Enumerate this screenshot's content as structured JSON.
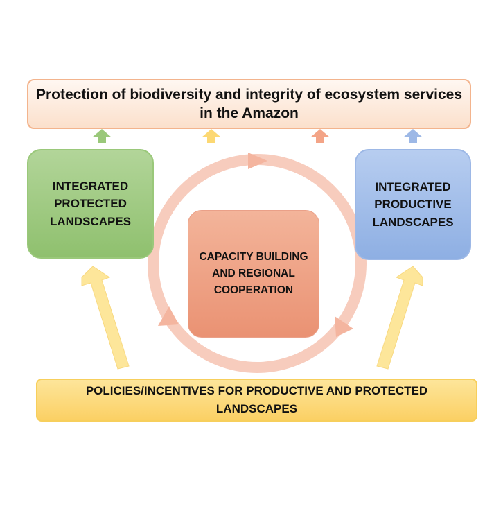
{
  "diagram": {
    "top_banner": {
      "line1": "Protection of biodiversity and integrity of ecosystem services",
      "line2": "in the Amazon"
    },
    "left_box": {
      "lines": [
        "INTEGRATED",
        "PROTECTED",
        "LANDSCAPES"
      ]
    },
    "right_box": {
      "lines": [
        "INTEGRATED",
        "PRODUCTIVE",
        "LANDSCAPES"
      ]
    },
    "center_box": {
      "lines": [
        "CAPACITY BUILDING",
        "AND REGIONAL",
        "COOPERATION"
      ]
    },
    "bottom_banner": {
      "line1": "POLICIES/INCENTIVES FOR PRODUCTIVE AND PROTECTED",
      "line2": "LANDSCAPES"
    },
    "colors": {
      "green": "#9ac87a",
      "yellow": "#fde69a",
      "orange": "#f3a487",
      "blue": "#9db8e6",
      "cycle": "#f6c3b1"
    }
  }
}
